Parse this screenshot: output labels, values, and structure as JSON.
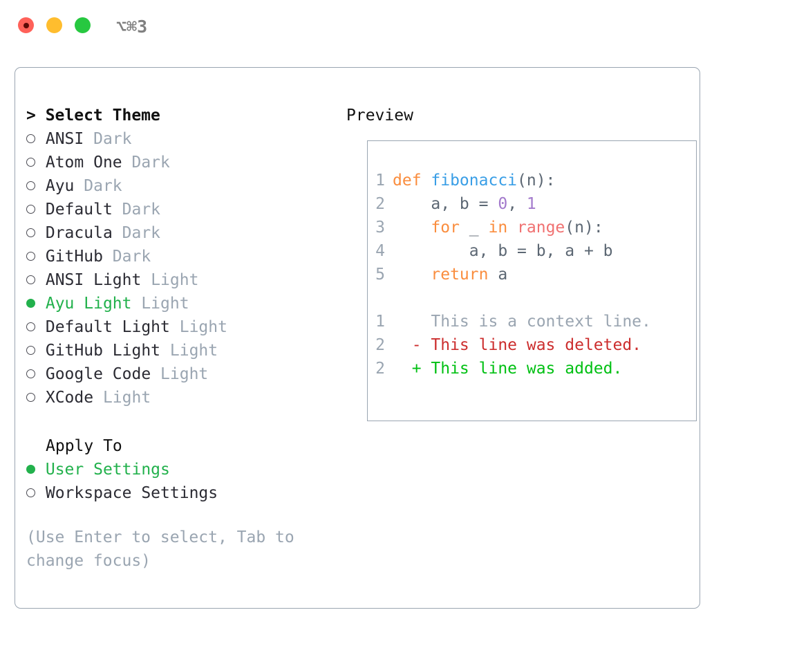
{
  "titlebar": {
    "shortcut": "⌥⌘3",
    "buttons": [
      {
        "name": "close",
        "color": "#FF6159"
      },
      {
        "name": "minimize",
        "color": "#FFBD2E"
      },
      {
        "name": "zoom",
        "color": "#27C840"
      }
    ]
  },
  "theme_panel": {
    "heading": "> Select Theme",
    "themes": [
      {
        "name": "ANSI",
        "variant": "Dark",
        "selected": false,
        "marker": "○"
      },
      {
        "name": "Atom One",
        "variant": "Dark",
        "selected": false,
        "marker": "○"
      },
      {
        "name": "Ayu",
        "variant": "Dark",
        "selected": false,
        "marker": "○"
      },
      {
        "name": "Default",
        "variant": "Dark",
        "selected": false,
        "marker": "○"
      },
      {
        "name": "Dracula",
        "variant": "Dark",
        "selected": false,
        "marker": "○"
      },
      {
        "name": "GitHub",
        "variant": "Dark",
        "selected": false,
        "marker": "○"
      },
      {
        "name": "ANSI Light",
        "variant": "Light",
        "selected": false,
        "marker": "○"
      },
      {
        "name": "Ayu Light",
        "variant": "Light",
        "selected": true,
        "marker": "●"
      },
      {
        "name": "Default Light",
        "variant": "Light",
        "selected": false,
        "marker": "○"
      },
      {
        "name": "GitHub Light",
        "variant": "Light",
        "selected": false,
        "marker": "○"
      },
      {
        "name": "Google Code",
        "variant": "Light",
        "selected": false,
        "marker": "○"
      },
      {
        "name": "XCode",
        "variant": "Light",
        "selected": false,
        "marker": "○"
      }
    ],
    "apply_to": {
      "heading": "Apply To",
      "options": [
        {
          "name": "User Settings",
          "selected": true,
          "marker": "●"
        },
        {
          "name": "Workspace Settings",
          "selected": false,
          "marker": "○"
        }
      ]
    },
    "hint": "(Use Enter to select, Tab to change focus)"
  },
  "preview": {
    "heading": "Preview",
    "code_lines": [
      {
        "lineno": "1",
        "tokens": [
          {
            "text": "def ",
            "cls": "kw"
          },
          {
            "text": "fibonacci",
            "cls": "fn"
          },
          {
            "text": "(n):",
            "cls": "pl"
          }
        ]
      },
      {
        "lineno": "2",
        "tokens": [
          {
            "text": "    a, b = ",
            "cls": "pl"
          },
          {
            "text": "0",
            "cls": "num"
          },
          {
            "text": ", ",
            "cls": "pl"
          },
          {
            "text": "1",
            "cls": "num"
          }
        ]
      },
      {
        "lineno": "3",
        "tokens": [
          {
            "text": "    ",
            "cls": "pl"
          },
          {
            "text": "for",
            "cls": "kw"
          },
          {
            "text": " _ ",
            "cls": "pl"
          },
          {
            "text": "in",
            "cls": "kw"
          },
          {
            "text": " ",
            "cls": "pl"
          },
          {
            "text": "range",
            "cls": "bi"
          },
          {
            "text": "(n):",
            "cls": "pl"
          }
        ]
      },
      {
        "lineno": "4",
        "tokens": [
          {
            "text": "        a, b = b, a + b",
            "cls": "pl"
          }
        ]
      },
      {
        "lineno": "5",
        "tokens": [
          {
            "text": "    ",
            "cls": "pl"
          },
          {
            "text": "return",
            "cls": "kw"
          },
          {
            "text": " a",
            "cls": "pl"
          }
        ]
      }
    ],
    "diff_lines": [
      {
        "lineno": "1",
        "marker": " ",
        "text": "This is a context line.",
        "kind": "ctx"
      },
      {
        "lineno": "2",
        "marker": "-",
        "text": "This line was deleted.",
        "kind": "del"
      },
      {
        "lineno": "2",
        "marker": "+",
        "text": "This line was added.",
        "kind": "add"
      }
    ]
  }
}
